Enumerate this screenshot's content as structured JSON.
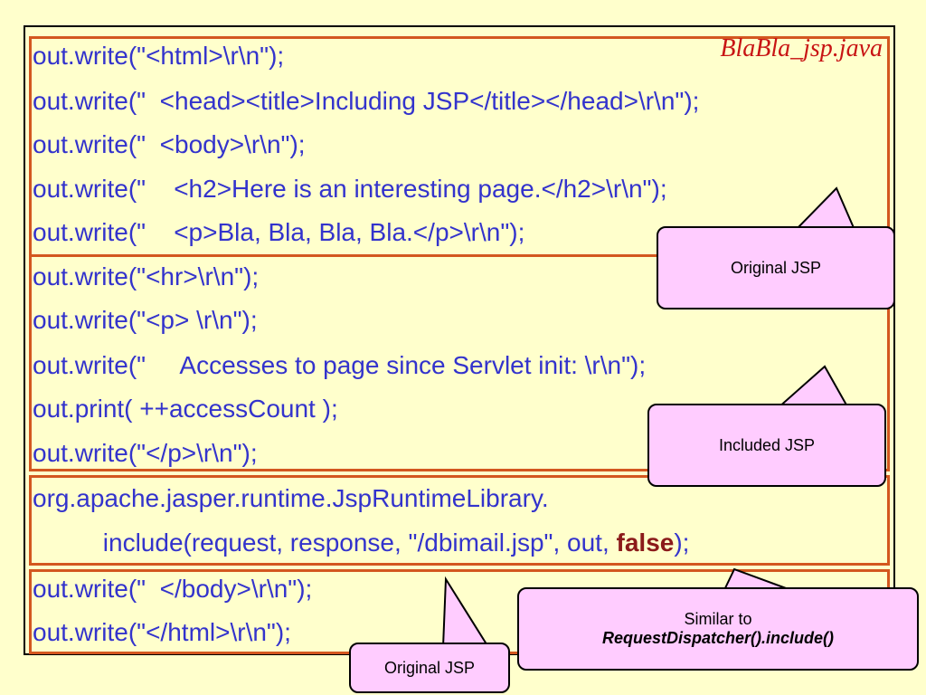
{
  "file_label": "BlaBla_jsp.java",
  "code_lines": [
    "out.write(\"<html>\\r\\n\");",
    "out.write(\"  <head><title>Including JSP</title></head>\\r\\n\");",
    "out.write(\"  <body>\\r\\n\");",
    "out.write(\"    <h2>Here is an interesting page.</h2>\\r\\n\");",
    "out.write(\"    <p>Bla, Bla, Bla, Bla.</p>\\r\\n\");",
    "out.write(\"<hr>\\r\\n\");",
    "out.write(\"<p> \\r\\n\");",
    "out.write(\"     Accesses to page since Servlet init: \\r\\n\");",
    "out.print( ++accessCount );",
    "out.write(\"</p>\\r\\n\");",
    "org.apache.jasper.runtime.JspRuntimeLibrary.",
    "          include(request, response, \"/dbimail.jsp\", out, ",
    "out.write(\"  </body>\\r\\n\");",
    "out.write(\"</html>\\r\\n\");"
  ],
  "include_keyword": "false",
  "include_suffix": ");",
  "callouts": {
    "original_jsp_top": "Original JSP",
    "included_jsp": "Included JSP",
    "similar_to": "Similar to",
    "similar_method": "RequestDispatcher().include()",
    "original_jsp_bottom": "Original JSP"
  },
  "colors": {
    "background": "#FFFFCC",
    "code_text": "#3333CC",
    "block_border": "#D3571F",
    "callout_fill": "#FFCCFF",
    "file_label": "#C81414"
  }
}
